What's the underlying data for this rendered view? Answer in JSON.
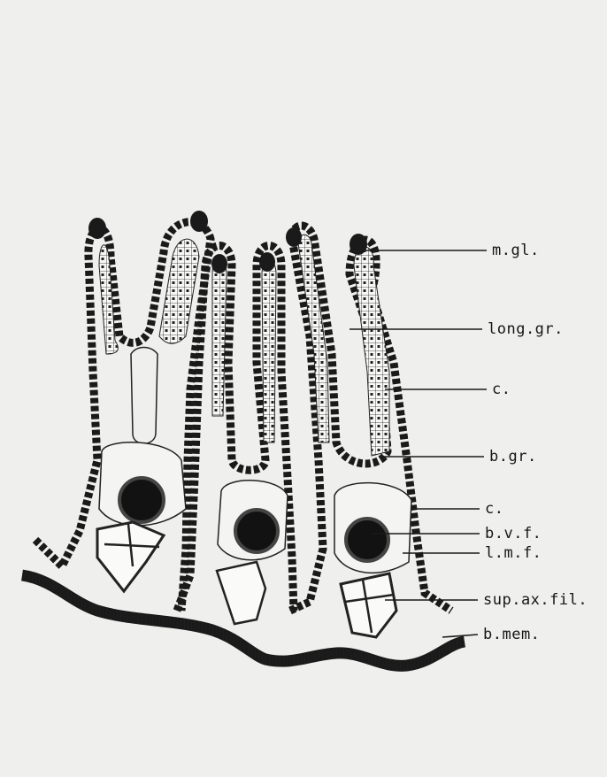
{
  "diagram": {
    "labels": {
      "m_gl": "m.gl.",
      "long_gr": "long.gr.",
      "c_upper": "c.",
      "b_gr": "b.gr.",
      "c_lower": "c.",
      "b_v_f": "b.v.f.",
      "l_m_f": "l.m.f.",
      "sup_ax_fil": "sup.ax.fil.",
      "b_mem": "b.mem."
    },
    "colors": {
      "ink": "#161616",
      "paper": "#efefed"
    }
  }
}
